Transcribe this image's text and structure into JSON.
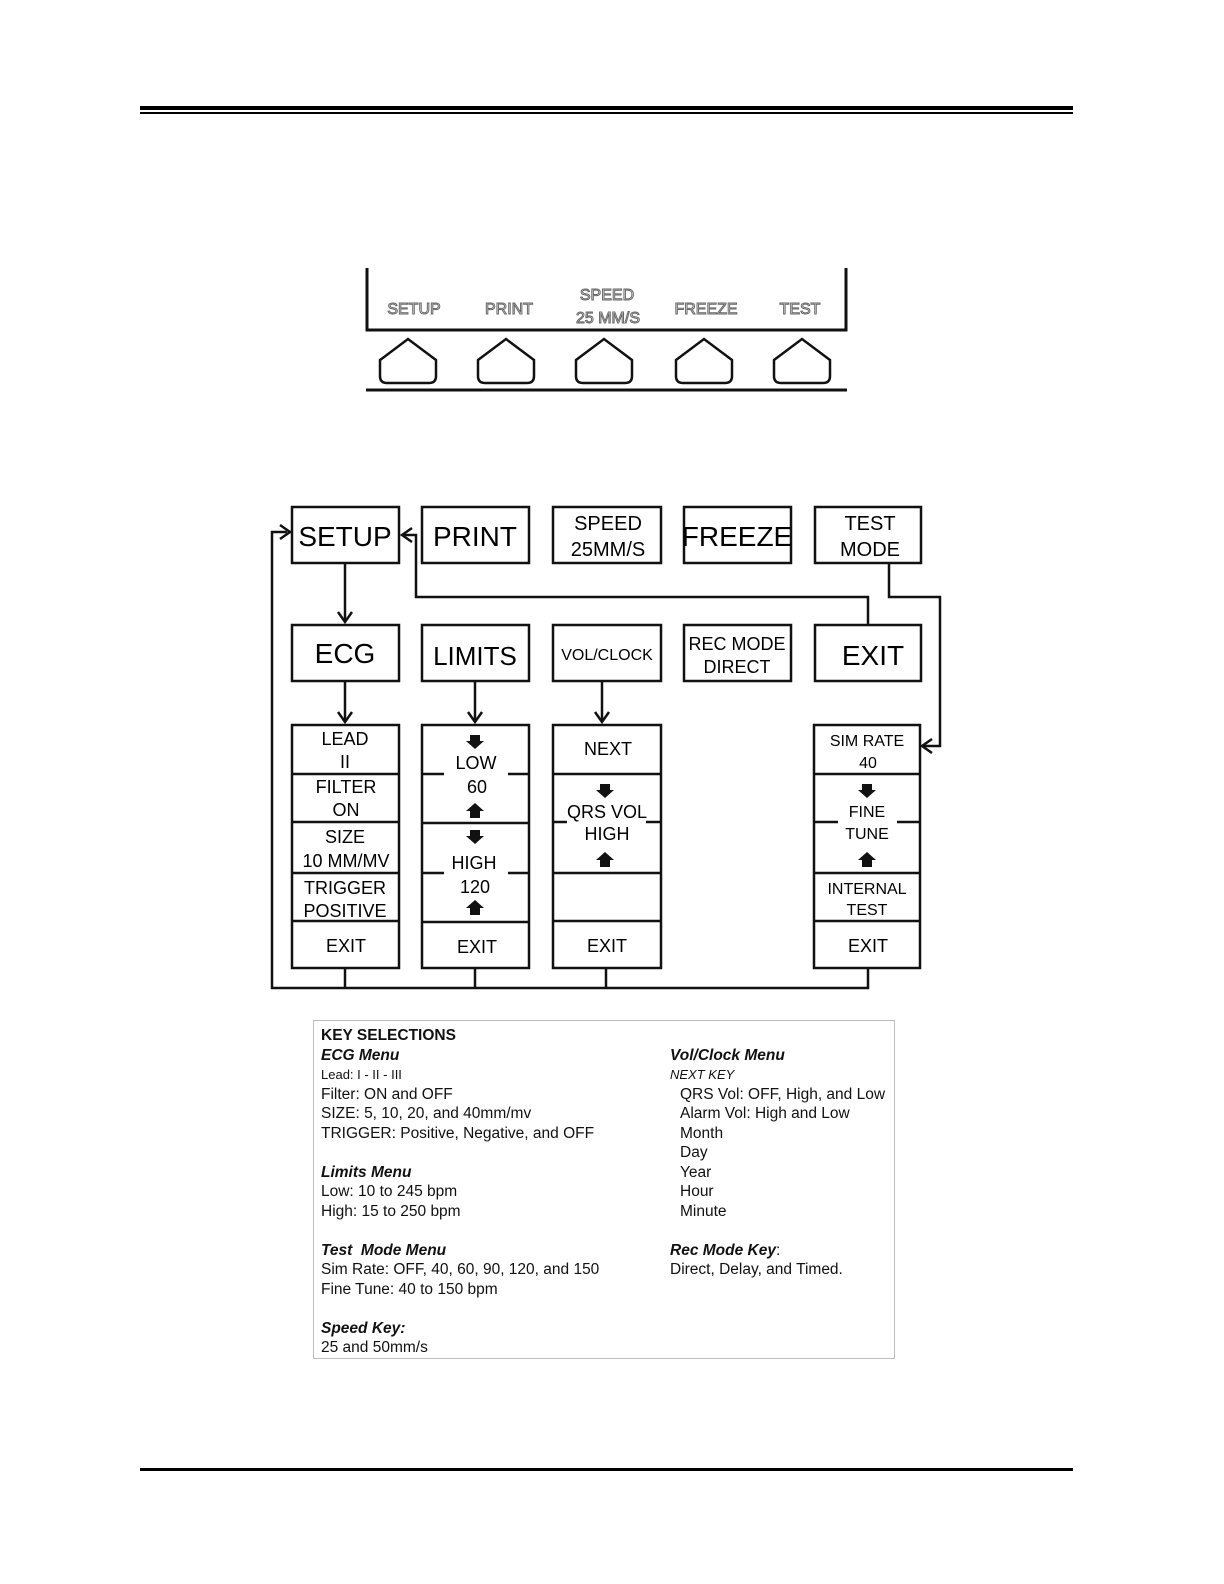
{
  "softkey_bar": {
    "labels": [
      "SETUP",
      "PRINT",
      "SPEED",
      "25 MM/S",
      "FREEZE",
      "TEST"
    ]
  },
  "menu_tree": {
    "top": [
      "SETUP",
      "PRINT",
      "SPEED",
      "25MM/S",
      "FREEZE",
      "TEST",
      "MODE"
    ],
    "second": [
      "ECG",
      "LIMITS",
      "VOL/CLOCK",
      "REC MODE",
      "DIRECT",
      "EXIT"
    ],
    "ecg": [
      "LEAD",
      "II",
      "FILTER",
      "ON",
      "SIZE",
      "10 MM/MV",
      "TRIGGER",
      "POSITIVE",
      "EXIT"
    ],
    "limits": [
      "LOW",
      "60",
      "HIGH",
      "120",
      "EXIT"
    ],
    "volclock": [
      "NEXT",
      "QRS VOL",
      "HIGH",
      "EXIT"
    ],
    "test": [
      "SIM RATE",
      "40",
      "FINE",
      "TUNE",
      "INTERNAL",
      "TEST",
      "EXIT"
    ]
  },
  "key_selections": {
    "title": "KEY SELECTIONS",
    "ecg_menu": {
      "heading": "ECG Menu",
      "lines": [
        "Lead: I - II - III",
        "Filter: ON and OFF",
        "SIZE: 5, 10, 20, and 40mm/mv",
        "TRIGGER: Positive, Negative, and OFF"
      ]
    },
    "limits_menu": {
      "heading": "Limits Menu",
      "lines": [
        "Low: 10 to 245 bpm",
        "High: 15 to 250 bpm"
      ]
    },
    "test_mode_menu": {
      "heading": "Test  Mode Menu",
      "lines": [
        "Sim Rate: OFF, 40, 60, 90, 120, and 150",
        "Fine Tune: 40 to 150 bpm"
      ]
    },
    "speed_key": {
      "heading": "Speed Key:",
      "lines": [
        "25 and 50mm/s"
      ]
    },
    "volclock_menu": {
      "heading": "Vol/Clock Menu",
      "subheading": "NEXT KEY",
      "lines": [
        "QRS Vol: OFF, High, and Low",
        "Alarm Vol: High and Low",
        "Month",
        "Day",
        "Year",
        "Hour",
        "Minute"
      ]
    },
    "rec_mode_key": {
      "heading": "Rec Mode Key",
      "heading_suffix": ":",
      "lines": [
        "Direct, Delay, and Timed."
      ]
    }
  }
}
